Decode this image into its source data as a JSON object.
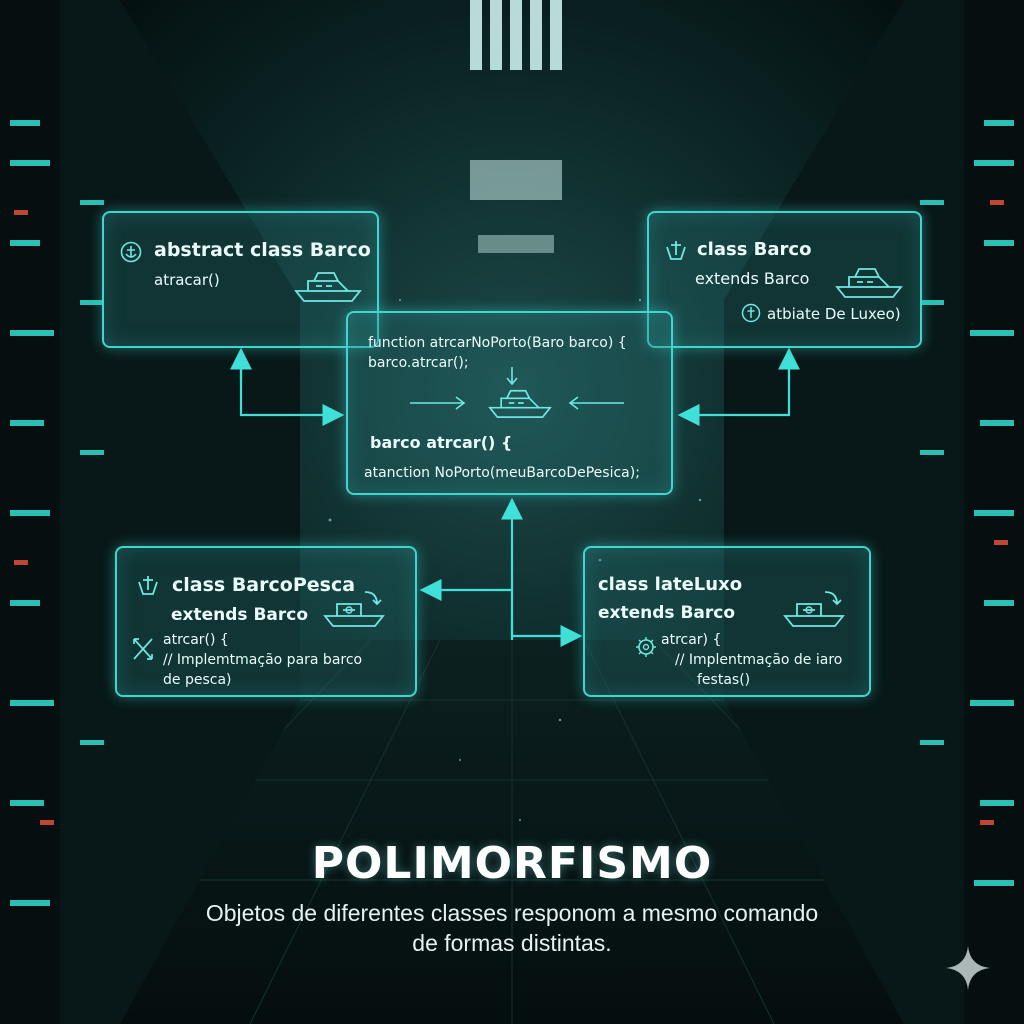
{
  "title": "POLIMORFISMO",
  "subtitle": {
    "line1": "Objetos de diferentes classes responom a mesmo comando",
    "line2": "de formas distintas."
  },
  "colors": {
    "accent": "#3fd6d0",
    "background": "#061414",
    "text": "#eafcfb"
  },
  "panels": {
    "abstract_class": {
      "heading": "abstract class Barco",
      "method": "atracar()",
      "icons": [
        "anchor-icon",
        "boat-icon"
      ]
    },
    "class_barco": {
      "heading": "class Barco",
      "extends": "extends Barco",
      "attribute": "atbiate De Luxeo)",
      "icons": [
        "hull-icon",
        "boat-icon",
        "anchor-icon"
      ]
    },
    "function_panel": {
      "line1": "function atrcarNoPorto(Baro barco) {",
      "line2": "barco.atrcar();",
      "line3": "barco atrcar() {",
      "line4": "atanction NoPorto(meuBarcoDePesica);",
      "icons": [
        "boat-icon",
        "arrow-right-icon",
        "arrow-left-icon",
        "arrow-down-icon"
      ]
    },
    "barco_pesca": {
      "heading": "class BarcoPesca",
      "extends": "extends Barco",
      "method": "atrcar() {",
      "comment1": "// Implemtmação para barco",
      "comment2": "de pesca)",
      "icons": [
        "hull-icon",
        "fishing-boat-icon",
        "crossed-tools-icon"
      ]
    },
    "iate_luxo": {
      "heading": "class lateLuxo",
      "extends": "extends Barco",
      "method": "atrcar) {",
      "comment1": "// Implentmação de iaro",
      "comment2": "festas()",
      "icons": [
        "yacht-icon",
        "gear-icon"
      ]
    }
  }
}
